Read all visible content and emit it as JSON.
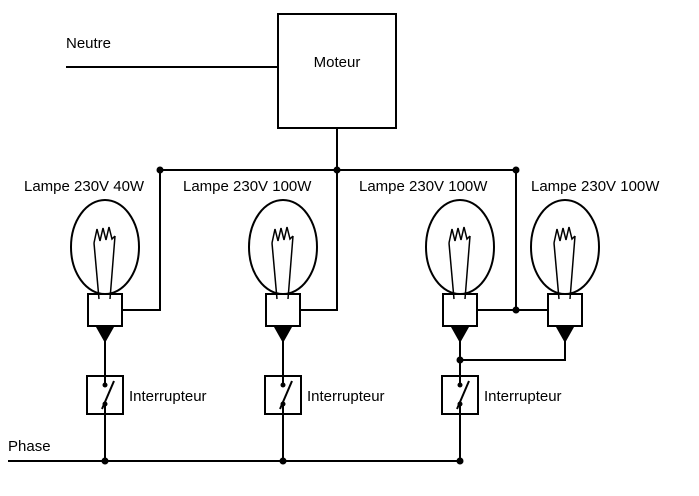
{
  "labels": {
    "neutre": "Neutre",
    "moteur": "Moteur",
    "phase": "Phase"
  },
  "lamps": [
    {
      "label": "Lampe 230V 40W"
    },
    {
      "label": "Lampe 230V 100W"
    },
    {
      "label": "Lampe 230V 100W"
    },
    {
      "label": "Lampe 230V 100W"
    }
  ],
  "switches": [
    {
      "label": "Interrupteur"
    },
    {
      "label": "Interrupteur"
    },
    {
      "label": "Interrupteur"
    }
  ],
  "colors": {
    "wire": "#000000",
    "text": "#000000",
    "background": "#ffffff"
  }
}
